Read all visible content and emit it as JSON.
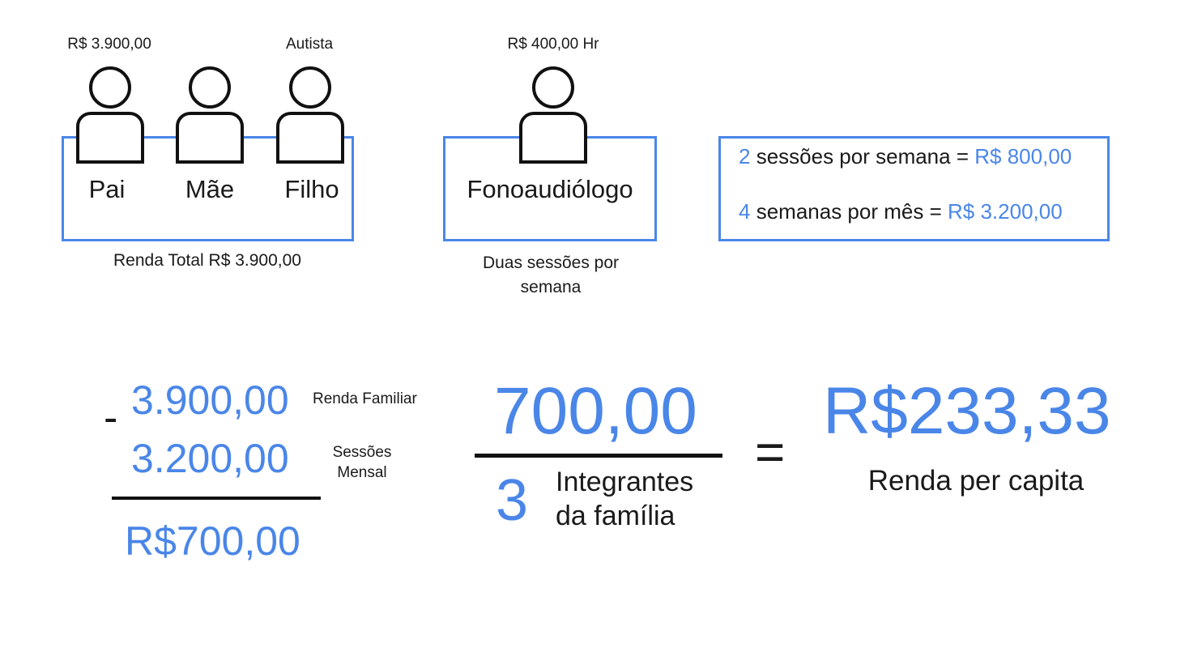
{
  "family": {
    "father_income": "R$ 3.900,00",
    "child_note": "Autista",
    "members": [
      "Pai",
      "Mãe",
      "Filho"
    ],
    "total_income": "Renda Total R$ 3.900,00"
  },
  "therapist": {
    "rate": "R$ 400,00 Hr",
    "title": "Fonoaudiólogo",
    "frequency": "Duas sessões por semana"
  },
  "costs": {
    "line1_num": "2",
    "line1_text": "sessões por semana =",
    "line1_value": "R$ 800,00",
    "line2_num": "4",
    "line2_text": "semanas por mês =",
    "line2_value": "R$ 3.200,00"
  },
  "subtraction": {
    "operator": "-",
    "income_value": "3.900,00",
    "income_label": "Renda Familiar",
    "sessions_value": "3.200,00",
    "sessions_label": "Sessões Mensal",
    "result": "R$700,00"
  },
  "division": {
    "numerator": "700,00",
    "denominator": "3",
    "denominator_label": "Integrantes da família",
    "equals": "="
  },
  "result": {
    "value": "R$233,33",
    "label": "Renda per capita"
  },
  "colors": {
    "accent": "#4a86e8",
    "text": "#1a1a1a"
  }
}
